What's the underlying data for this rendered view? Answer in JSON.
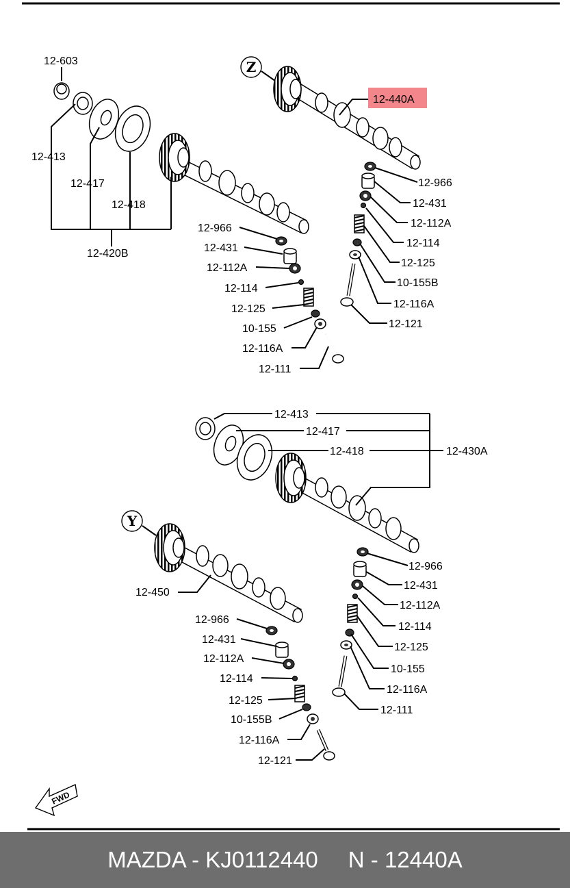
{
  "parts": {
    "g1": {
      "l1": "12-603",
      "l2": "12-413",
      "l3": "12-417",
      "l4": "12-418",
      "l5": "12-420B",
      "l6": "12-966",
      "l7": "12-431",
      "l8": "12-112A",
      "l9": "12-114",
      "l10": "12-125",
      "l11": "10-155",
      "l12": "12-116A",
      "l13": "12-111"
    },
    "g2": {
      "l1": "12-440A",
      "l2": "12-966",
      "l3": "12-431",
      "l4": "12-112A",
      "l5": "12-114",
      "l6": "12-125",
      "l7": "10-155B",
      "l8": "12-116A",
      "l9": "12-121"
    },
    "g3": {
      "l1": "12-413",
      "l2": "12-417",
      "l3": "12-418",
      "l4": "12-430A",
      "l5": "12-966",
      "l6": "12-431",
      "l7": "12-112A",
      "l8": "12-114",
      "l9": "12-125",
      "l10": "10-155",
      "l11": "12-116A",
      "l12": "12-111"
    },
    "g4": {
      "l1": "12-450",
      "l2": "12-966",
      "l3": "12-431",
      "l4": "12-112A",
      "l5": "12-114",
      "l6": "12-125",
      "l7": "10-155B",
      "l8": "12-116A",
      "l9": "12-121"
    }
  },
  "callouts": {
    "z": "Z",
    "y": "Y"
  },
  "fwd": "FWD",
  "fwd_icon": "fwd-arrow-icon",
  "highlight_color": "#f2868a",
  "footer": {
    "left": "MAZDA - KJ0112440",
    "right": "N - 12440A"
  }
}
